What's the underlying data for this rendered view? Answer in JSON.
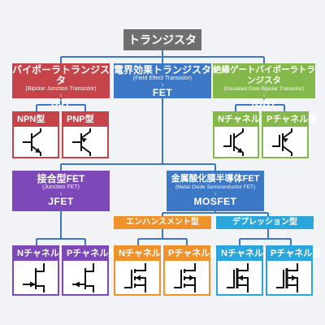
{
  "title": "トランジスタ",
  "bjt": {
    "name": "バイポーラトランジスタ",
    "en": "(Bipolar Junction Transistor)",
    "arrow": "↓",
    "abbr": "BJT"
  },
  "fet": {
    "name": "電界効果トランジスタ",
    "en": "(Field Effect Transistor)",
    "arrow": "↓",
    "abbr": "FET"
  },
  "igbt": {
    "name": "絶縁ゲートバイポーラトランジスタ",
    "en": "(Insulated Gate Bipolar Transistor)",
    "arrow": "↓",
    "abbr": "IGBT"
  },
  "jfet": {
    "name": "接合型FET",
    "en": "(Junction FET)",
    "arrow": "↓",
    "abbr": "JFET"
  },
  "mosfet": {
    "name": "金属酸化膜半導体FET",
    "en": "(Metal Oxide Semiconductor FET)",
    "arrow": "↓",
    "abbr": "MOSFET"
  },
  "enhancement": "エンハンスメント型",
  "depletion": "デプレッション型",
  "cards": {
    "npn": "NPN型",
    "pnp": "PNP型",
    "igbt_n": "Nチャネル型",
    "igbt_p": "Pチャネル型",
    "jfet_n": "Nチャネル型",
    "jfet_p": "Pチャネル型",
    "enh_n": "Nチャネル型",
    "enh_p": "Pチャネル型",
    "dep_n": "Nチャネル型",
    "dep_p": "Pチャネル型"
  },
  "colors": {
    "root": "#6f6f6f",
    "bjt": "#c4444a",
    "fet": "#3c78c6",
    "igbt": "#84b84a",
    "jfet": "#7d48b8",
    "enhancement": "#f0922c",
    "depletion": "#2aa6dc",
    "wire": "#3c78c6"
  }
}
